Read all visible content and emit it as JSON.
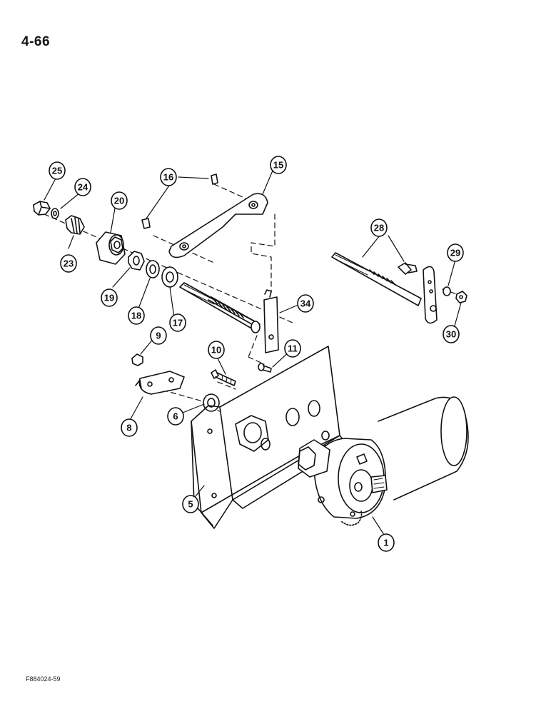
{
  "page_number": "4-66",
  "footer_code": "F884024-59",
  "callouts": [
    {
      "label": "25"
    },
    {
      "label": "24"
    },
    {
      "label": "23"
    },
    {
      "label": "20"
    },
    {
      "label": "19"
    },
    {
      "label": "18"
    },
    {
      "label": "17"
    },
    {
      "label": "16"
    },
    {
      "label": "15"
    },
    {
      "label": "34"
    },
    {
      "label": "28"
    },
    {
      "label": "29"
    },
    {
      "label": "30"
    },
    {
      "label": "9"
    },
    {
      "label": "10"
    },
    {
      "label": "11"
    },
    {
      "label": "8"
    },
    {
      "label": "6"
    },
    {
      "label": "5"
    },
    {
      "label": "1"
    }
  ]
}
